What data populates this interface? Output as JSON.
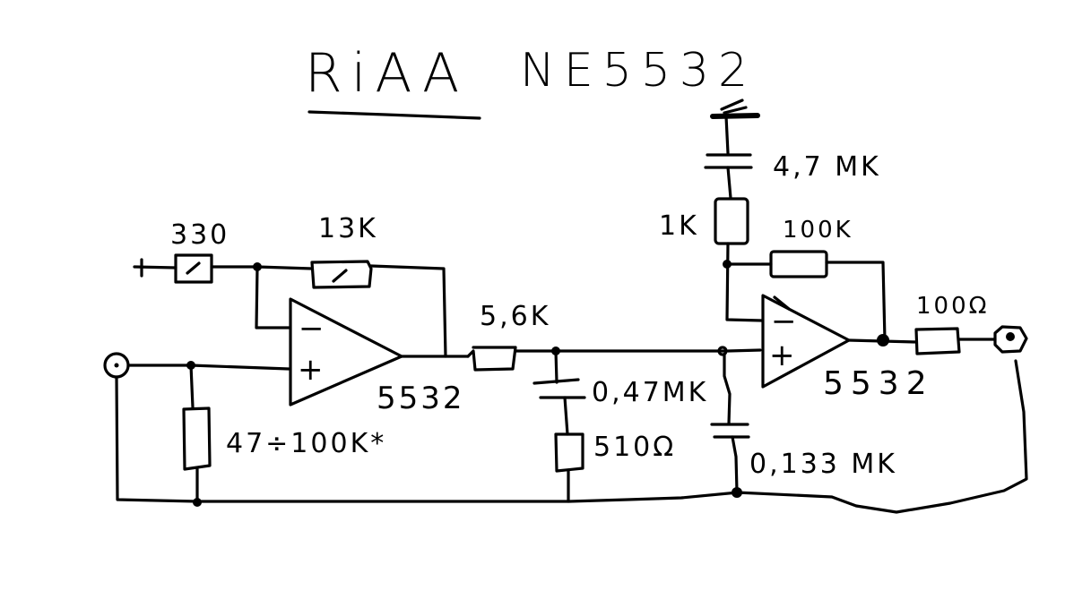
{
  "diagram": {
    "title": {
      "main": "RiAA",
      "chip": "NE5532"
    },
    "stages": [
      {
        "name": "input-amplifier",
        "opamp": {
          "label": "5532",
          "minus": "−",
          "plus": "+"
        },
        "components": {
          "r_ground_input": "330",
          "r_feedback": "13K",
          "r_input_load": "47÷100K*"
        }
      },
      {
        "name": "riaa-network",
        "components": {
          "r_series": "5,6K",
          "c_shunt_1": "0,47MK",
          "r_shunt": "510Ω",
          "c_shunt_2": "0,133 MK"
        }
      },
      {
        "name": "output-amplifier",
        "opamp": {
          "label": "5532",
          "minus": "−",
          "plus": "+"
        },
        "components": {
          "c_ground": "4,7 MK",
          "r_ground": "1K",
          "r_feedback": "100K",
          "r_output": "100Ω"
        }
      }
    ]
  }
}
